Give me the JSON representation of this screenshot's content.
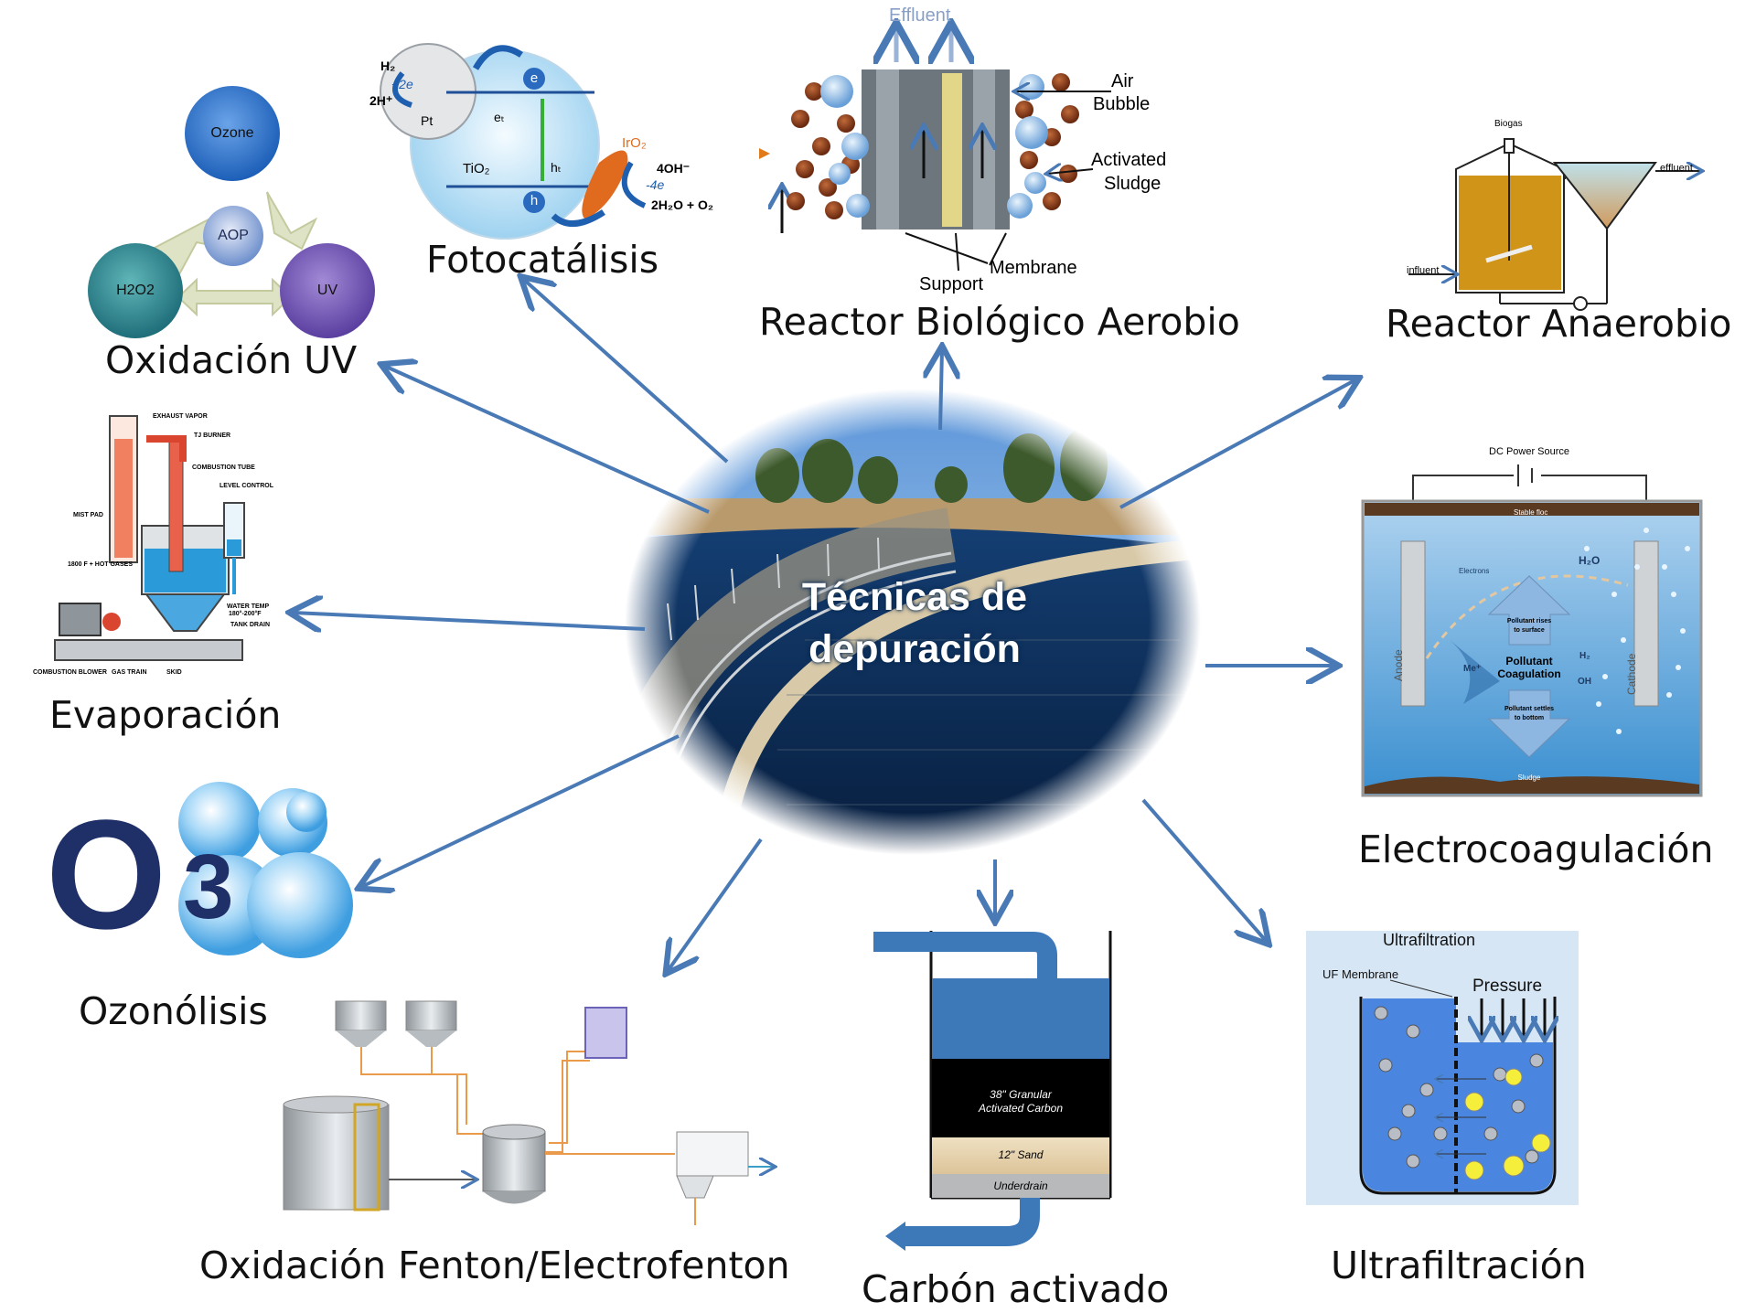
{
  "center": {
    "line1": "Técnicas de",
    "line2": "depuración"
  },
  "techniques": {
    "oxidacion_uv": "Oxidación  UV",
    "fotocatalisis": "Fotocatálisis",
    "reactor_aerobio": "Reactor Biológico Aerobio",
    "reactor_anaerobio": "Reactor Anaerobio",
    "evaporacion": "Evaporación",
    "electrocoagulacion": "Electrocoagulación",
    "ozonolisis": "Ozonólisis",
    "fenton": "Oxidación Fenton/Electrofenton",
    "carbon": "Carbón  activado",
    "ultrafiltracion": "Ultrafiltración"
  },
  "aop": {
    "ozone": "Ozone",
    "aop": "AOP",
    "h2o2": "H2O2",
    "uv": "UV"
  },
  "photocat": {
    "h2": "H₂",
    "plus2e": "+2e",
    "h2plus": "2H⁺",
    "pt": "Pt",
    "tio2": "TiO₂",
    "e": "e",
    "h": "h",
    "et": "eₜ",
    "ht": "hₜ",
    "iro2": "IrO₂",
    "oh4": "4OH⁻",
    "minus4e": "-4e",
    "water": "2H₂O + O₂"
  },
  "aerobic": {
    "effluent": "Effluent",
    "air_bubble_1": "Air",
    "air_bubble_2": "Bubble",
    "activated_1": "Activated",
    "activated_2": "Sludge",
    "membrane": "Membrane",
    "support": "Support"
  },
  "anaerobic": {
    "biogas": "Biogas",
    "effluent": "effluent",
    "influent": "influent"
  },
  "evap": {
    "exhaust": "EXHAUST VAPOR",
    "burner": "TJ BURNER",
    "tube": "COMBUSTION TUBE",
    "level": "LEVEL CONTROL",
    "mist": "MIST PAD",
    "gases": "1800 F + HOT GASES",
    "water": "WATER TEMP",
    "water2": "180°-200°F",
    "drain": "TANK DRAIN",
    "blower": "COMBUSTION BLOWER",
    "gas": "GAS TRAIN",
    "skid": "SKID"
  },
  "electro": {
    "power": "DC Power Source",
    "stable": "Stable floc",
    "electrons": "Electrons",
    "h2o": "H₂O",
    "rises": "Pollutant rises",
    "rises2": "to surface",
    "pollutant": "Pollutant",
    "coag": "Coagulation",
    "me": "Me⁺",
    "h2": "H₂",
    "oh": "OH",
    "settles": "Pollutant settles",
    "settles2": "to bottom",
    "anode": "Anode",
    "cathode": "Cathode",
    "sludge": "Sludge"
  },
  "ozone_logo": {
    "o": "O",
    "three": "3"
  },
  "carbon_col": {
    "granular1": "38\" Granular",
    "granular2": "Activated  Carbon",
    "sand": "12\" Sand",
    "underdrain": "Underdrain"
  },
  "uf": {
    "title": "Ultrafiltration",
    "membrane": "UF Membrane",
    "pressure": "Pressure"
  }
}
